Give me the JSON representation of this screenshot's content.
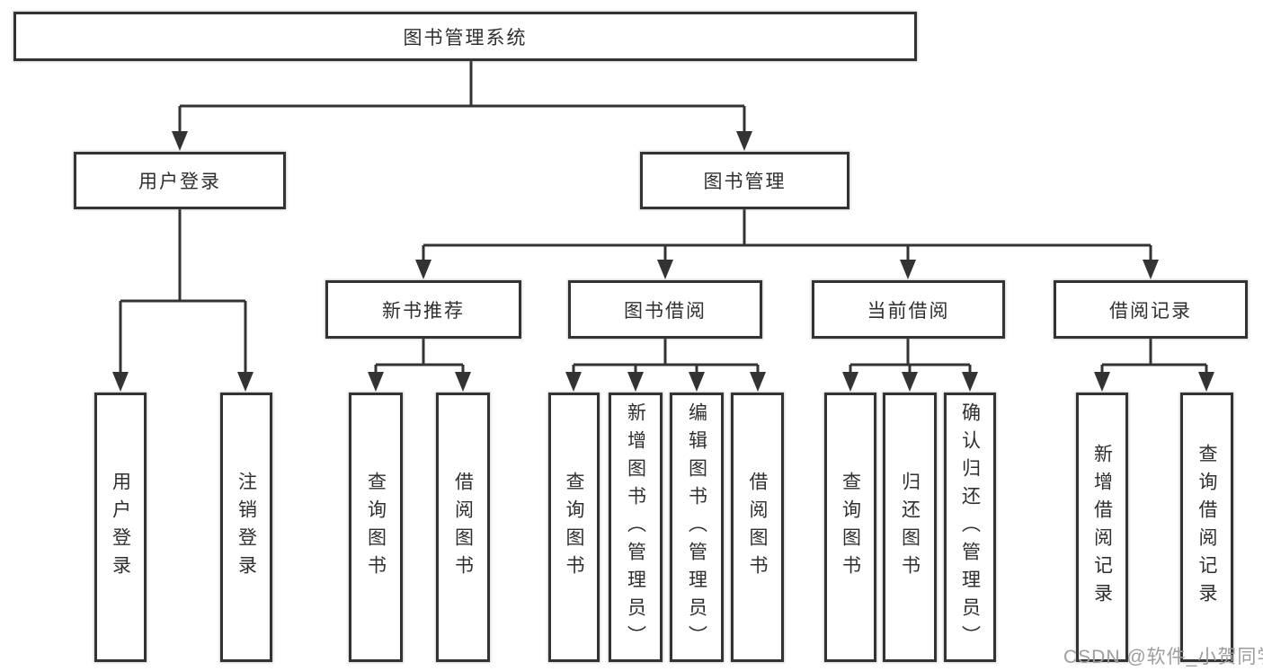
{
  "diagram": {
    "type": "hierarchy",
    "tree": {
      "label": "图书管理系统",
      "children": [
        {
          "label": "用户登录",
          "children": [
            {
              "label": "用户登录"
            },
            {
              "label": "注销登录"
            }
          ]
        },
        {
          "label": "图书管理",
          "children": [
            {
              "label": "新书推荐",
              "children": [
                {
                  "label": "查询图书"
                },
                {
                  "label": "借阅图书"
                }
              ]
            },
            {
              "label": "图书借阅",
              "children": [
                {
                  "label": "查询图书"
                },
                {
                  "label": "新增图书（管理员）"
                },
                {
                  "label": "编辑图书（管理员）"
                },
                {
                  "label": "借阅图书"
                }
              ]
            },
            {
              "label": "当前借阅",
              "children": [
                {
                  "label": "查询图书"
                },
                {
                  "label": "归还图书"
                },
                {
                  "label": "确认归还（管理员）"
                }
              ]
            },
            {
              "label": "借阅记录",
              "children": [
                {
                  "label": "新增借阅记录"
                },
                {
                  "label": "查询借阅记录"
                }
              ]
            }
          ]
        }
      ]
    }
  },
  "watermark": {
    "text": "CSDN @软件_小贺同学"
  },
  "colors": {
    "line": "#333333",
    "box_border": "#333333",
    "box_background": "#ffffff",
    "text": "#2f2f2f",
    "watermark": "#9d9d9d",
    "page_background": "#ffffff"
  }
}
